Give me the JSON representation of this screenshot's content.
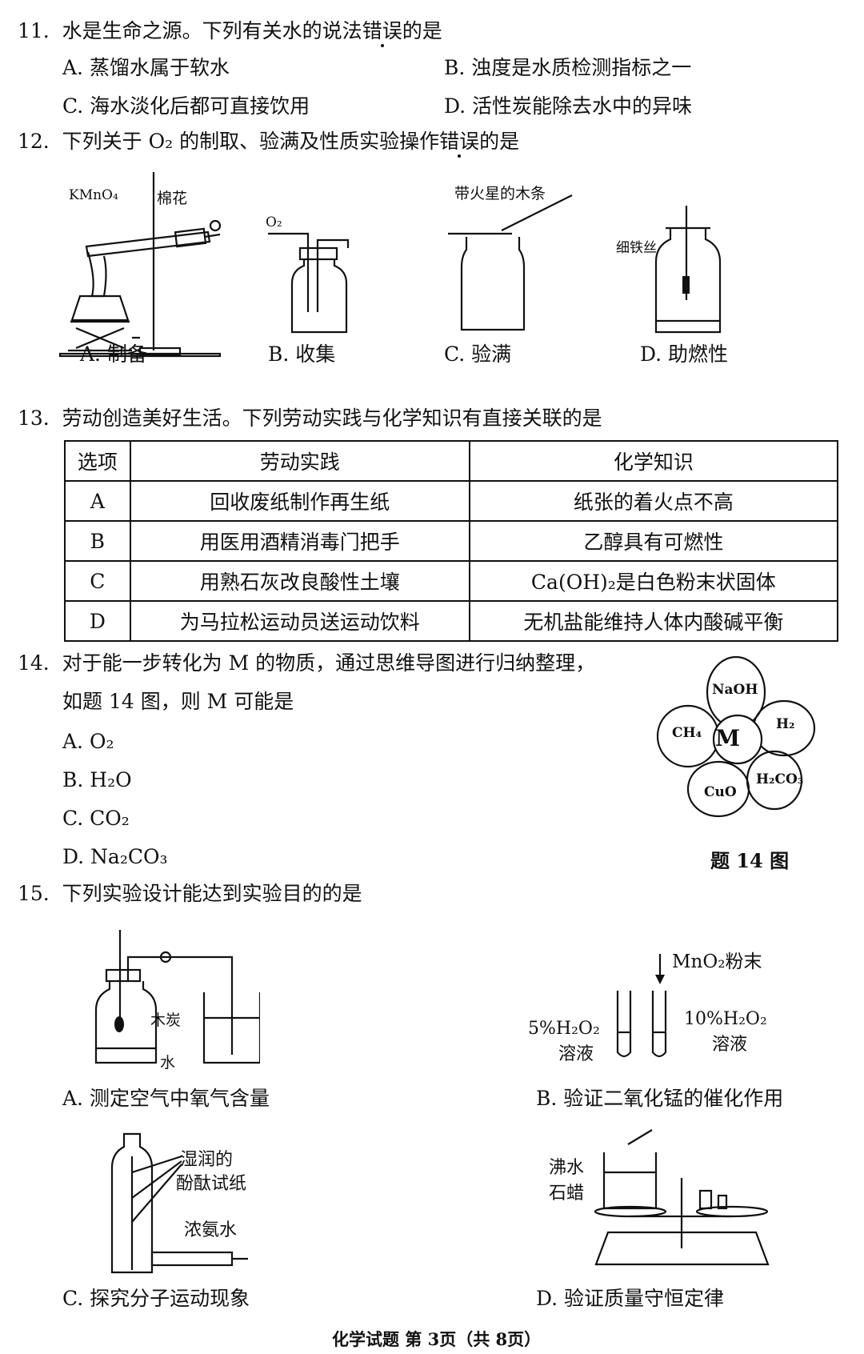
{
  "q11": {
    "num": "11.",
    "stem_a": "水是生命之源。下列有关水的说法",
    "stem_dot": "错误",
    "stem_b": "的是",
    "options": [
      "A.  蒸馏水属于软水",
      "B.  浊度是水质检测指标之一",
      "C.  海水淡化后都可直接饮用",
      "D.  活性炭能除去水中的异味"
    ]
  },
  "q12": {
    "num": "12.",
    "stem_a": "下列关于 O₂ 的制取、验满及性质实验操作",
    "stem_dot": "错误",
    "stem_b": "的是",
    "labels": {
      "kmno4": "KMnO₄",
      "cotton": "棉花",
      "o2": "O₂",
      "splint": "带火星的木条",
      "wire": "细铁丝"
    },
    "options": [
      "A.  制备",
      "B.  收集",
      "C.  验满",
      "D.  助燃性"
    ]
  },
  "q13": {
    "num": "13.",
    "stem": "劳动创造美好生活。下列劳动实践与化学知识有直接关联的是",
    "headers": [
      "选项",
      "劳动实践",
      "化学知识"
    ],
    "rows": [
      [
        "A",
        "回收废纸制作再生纸",
        "纸张的着火点不高"
      ],
      [
        "B",
        "用医用酒精消毒门把手",
        "乙醇具有可燃性"
      ],
      [
        "C",
        "用熟石灰改良酸性土壤",
        "Ca(OH)₂是白色粉末状固体"
      ],
      [
        "D",
        "为马拉松运动员送运动饮料",
        "无机盐能维持人体内酸碱平衡"
      ]
    ]
  },
  "q14": {
    "num": "14.",
    "stem1": "对于能一步转化为 M 的物质，通过思维导图进行归纳整理，",
    "stem2": "如题 14 图，则 M 可能是",
    "options": [
      "A.  O₂",
      "B.  H₂O",
      "C.  CO₂",
      "D.  Na₂CO₃"
    ],
    "flower": {
      "center": "M",
      "petals": [
        "NaOH",
        "H₂",
        "H₂CO₃",
        "CuO",
        "CH₄"
      ]
    },
    "caption": "题 14 图"
  },
  "q15": {
    "num": "15.",
    "stem": "下列实验设计能达到实验目的的是",
    "labels": {
      "charcoal": "木炭",
      "water": "水",
      "mno2": "MnO₂粉末",
      "h2o2_5": "5%H₂O₂",
      "h2o2_10": "10%H₂O₂",
      "sol_left": "溶液",
      "sol_right": "溶液",
      "paper1": "湿润的",
      "paper2": "酚酞试纸",
      "ammonia": "浓氨水",
      "boiling": "沸水",
      "wax": "石蜡"
    },
    "options": [
      "A.  测定空气中氧气含量",
      "B.  验证二氧化锰的催化作用",
      "C.  探究分子运动现象",
      "D.  验证质量守恒定律"
    ]
  },
  "footer": "化学试题   第 3页（共 8页）"
}
